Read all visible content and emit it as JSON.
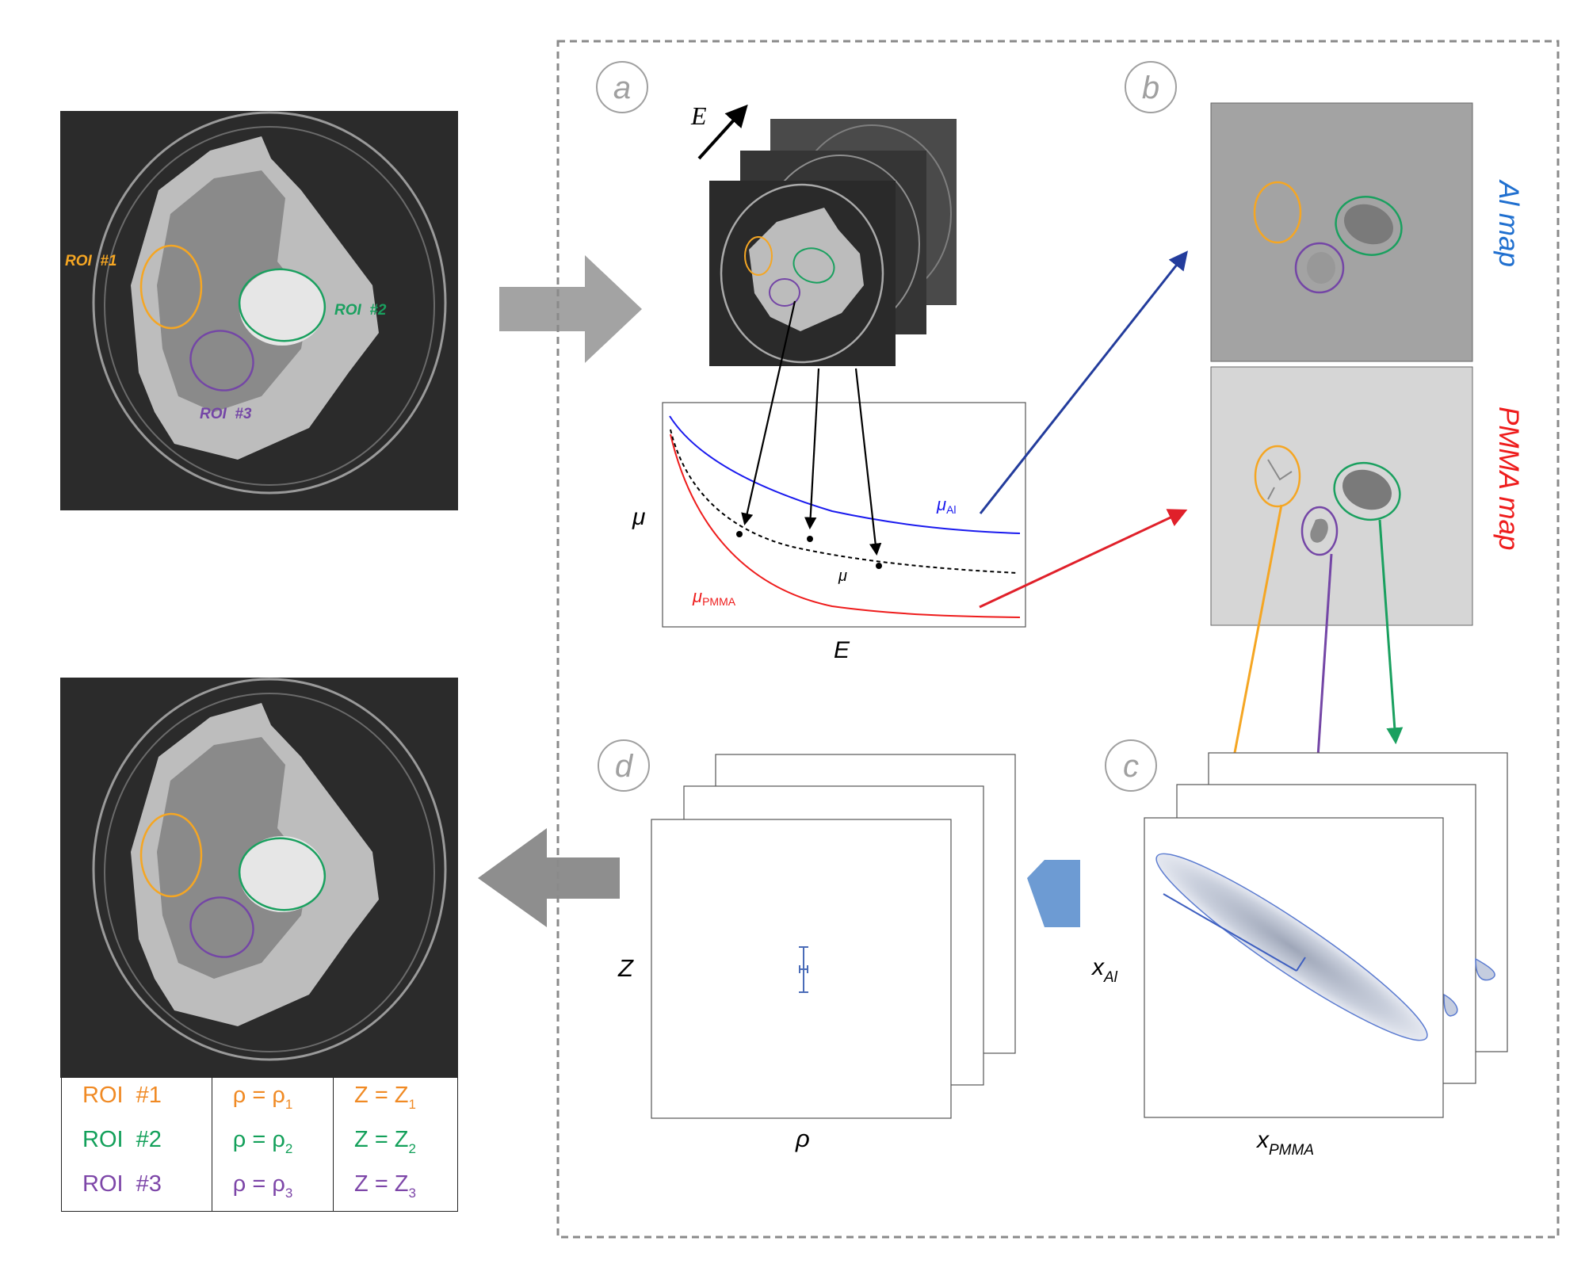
{
  "colors": {
    "roi1": "#f5a623",
    "roi2": "#1aa05f",
    "roi3": "#7446a6",
    "mu_al": "#1a1aee",
    "mu_pmma": "#ee1c1c",
    "arrow_al": "#233c9c",
    "arrow_pmma": "#e0202a",
    "panel_letter": "#a0a0a0",
    "table_roi1": "#f08a24",
    "table_roi2": "#13a05a",
    "table_roi3": "#7d46a8"
  },
  "icons": {
    "ct_slice": "ct-slice-icon",
    "big_arrow": "block-arrow-icon",
    "pentagon": "pentagon-arrow-icon"
  },
  "input_image": {
    "roi_labels": [
      "ROI  #1",
      "ROI  #2",
      "ROI  #3"
    ]
  },
  "panels": {
    "a": {
      "letter": "a",
      "energy_axis": "E",
      "curve": {
        "ylabel": "μ",
        "xlabel": "E",
        "mu_al_main": "μ",
        "mu_al_sub": "Al",
        "mu_pmma_main": "μ",
        "mu_pmma_sub": "PMMA",
        "mu_measured": "μ"
      }
    },
    "b": {
      "letter": "b",
      "al_map_label": "Al map",
      "pmma_map_label": "PMMA map"
    },
    "c": {
      "letter": "c",
      "ylabel_main": "x",
      "ylabel_sub": "Al",
      "xlabel_main": "x",
      "xlabel_sub": "PMMA"
    },
    "d": {
      "letter": "d",
      "ylabel": "Z",
      "xlabel": "ρ"
    }
  },
  "results_table": {
    "rows": [
      {
        "roi": "ROI  #1",
        "rho_lhs": "ρ = ρ",
        "rho_sub": "1",
        "z_lhs": "Z = Z",
        "z_sub": "1"
      },
      {
        "roi": "ROI  #2",
        "rho_lhs": "ρ = ρ",
        "rho_sub": "2",
        "z_lhs": "Z = Z",
        "z_sub": "2"
      },
      {
        "roi": "ROI  #3",
        "rho_lhs": "ρ = ρ",
        "rho_sub": "3",
        "z_lhs": "Z = Z",
        "z_sub": "3"
      }
    ]
  }
}
